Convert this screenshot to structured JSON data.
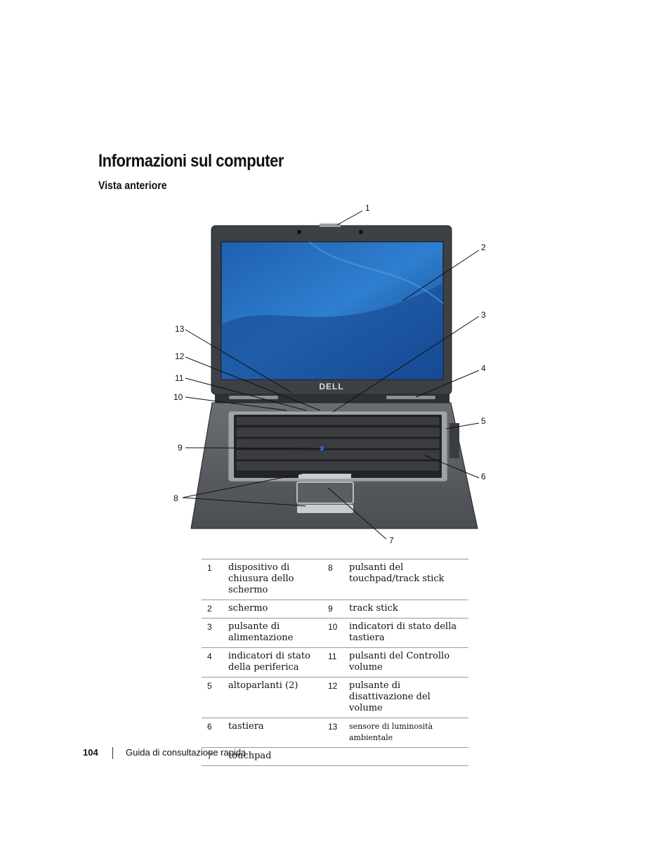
{
  "heading": "Informazioni sul computer",
  "subheading": "Vista anteriore",
  "figure": {
    "logo_text": "DELL",
    "callouts": [
      "1",
      "2",
      "3",
      "4",
      "5",
      "6",
      "7",
      "8",
      "9",
      "10",
      "11",
      "12",
      "13"
    ]
  },
  "legend": [
    {
      "n1": "1",
      "t1": "dispositivo di chiusura dello schermo",
      "n2": "8",
      "t2": "pulsanti del touchpad/track stick"
    },
    {
      "n1": "2",
      "t1": "schermo",
      "n2": "9",
      "t2": "track stick"
    },
    {
      "n1": "3",
      "t1": "pulsante di alimentazione",
      "n2": "10",
      "t2": "indicatori di stato della tastiera"
    },
    {
      "n1": "4",
      "t1": "indicatori di stato della periferica",
      "n2": "11",
      "t2": "pulsanti del Controllo volume"
    },
    {
      "n1": "5",
      "t1": "altoparlanti (2)",
      "n2": "12",
      "t2": "pulsante di disattivazione del volume"
    },
    {
      "n1": "6",
      "t1": "tastiera",
      "n2": "13",
      "t2": "sensore di luminosità ambientale"
    },
    {
      "n1": "7",
      "t1": "touchpad",
      "n2": "",
      "t2": ""
    }
  ],
  "footer": {
    "page_number": "104",
    "doc_title": "Guida di consultazione rapida"
  }
}
